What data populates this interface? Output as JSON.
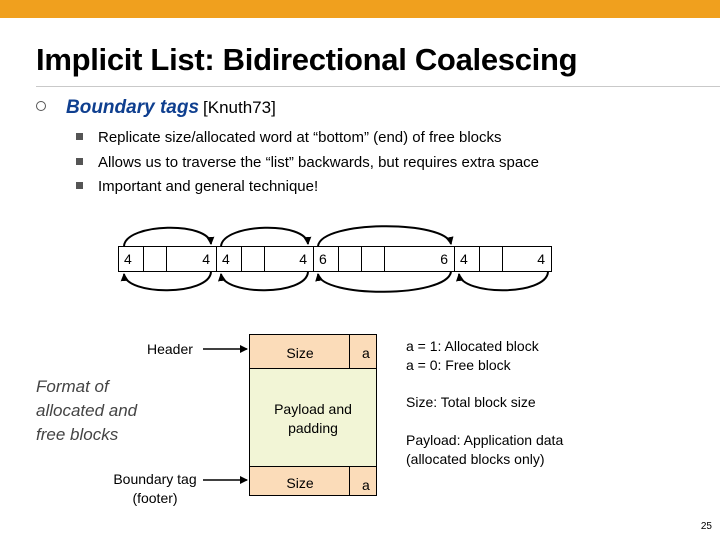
{
  "header": {
    "title": "Implicit List: Bidirectional Coalescing"
  },
  "bullet": {
    "emphasis": "Boundary tags",
    "citation": "[Knuth73]",
    "subs": [
      "Replicate size/allocated word at “bottom” (end) of free blocks",
      "Allows us to traverse the “list” backwards, but requires extra space",
      "Important and general technique!"
    ]
  },
  "heap": {
    "cells": [
      "4",
      "",
      "4",
      "4",
      "",
      "4",
      "6",
      "",
      "",
      "6",
      "4",
      "",
      "4"
    ]
  },
  "format": {
    "header_label": "Header",
    "caption": [
      "Format of",
      "allocated and",
      "free blocks"
    ],
    "boundary_label": [
      "Boundary tag",
      "(footer)"
    ],
    "size_label": "Size",
    "a_label": "a",
    "payload_label": [
      "Payload and",
      "padding"
    ],
    "footer_size": "Size",
    "footer_a": "a"
  },
  "legend": {
    "alloc": "a = 1: Allocated block",
    "free": "a = 0: Free block",
    "size": "Size: Total block size",
    "payload": [
      "Payload: Application data",
      "(allocated blocks only)"
    ]
  },
  "page_number": "25",
  "colors": {
    "topbar": "#f0a01e",
    "title_accent": "#0f3f8f",
    "size_fill": "#fbdcb9",
    "payload_fill": "#f2f5d6"
  }
}
